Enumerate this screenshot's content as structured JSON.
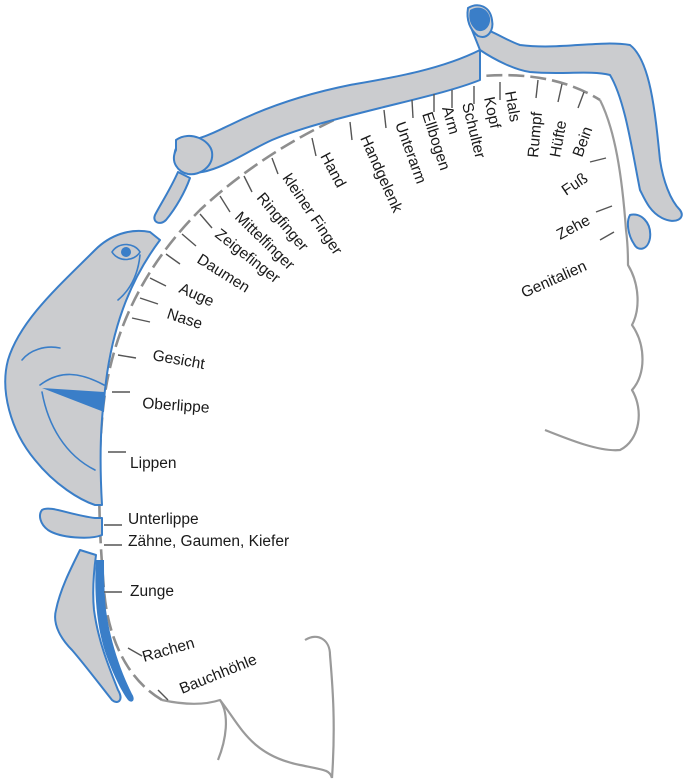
{
  "labels": {
    "bein": "Bein",
    "huefte": "Hüfte",
    "rumpf": "Rumpf",
    "hals": "Hals",
    "kopf": "Kopf",
    "schulter": "Schulter",
    "arm": "Arm",
    "ellbogen": "Ellbogen",
    "unterarm": "Unterarm",
    "handgelenk": "Handgelenk",
    "hand": "Hand",
    "kleiner_finger": "kleiner Finger",
    "ringfinger": "Ringfinger",
    "mittelfinger": "Mittelfinger",
    "zeigefinger": "Zeigefinger",
    "daumen": "Daumen",
    "auge": "Auge",
    "nase": "Nase",
    "gesicht": "Gesicht",
    "oberlippe": "Oberlippe",
    "lippen": "Lippen",
    "unterlippe": "Unterlippe",
    "zaehne": "Zähne, Gaumen, Kiefer",
    "zunge": "Zunge",
    "rachen": "Rachen",
    "bauchhoehle": "Bauchhöhle",
    "fuss": "Fuß",
    "zehe": "Zehe",
    "genitalien": "Genitalien"
  },
  "colors": {
    "figure_outline": "#3a7ec8",
    "figure_fill": "#cbcccf",
    "brain_outline": "#9a9a9a",
    "text": "#1a1a1a"
  }
}
